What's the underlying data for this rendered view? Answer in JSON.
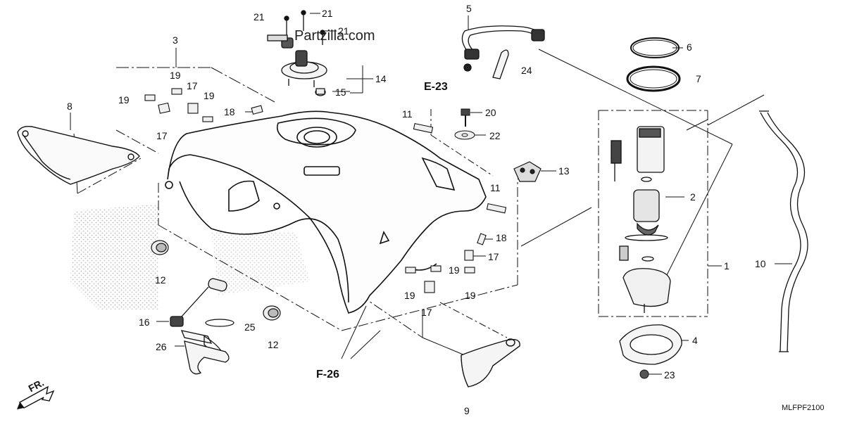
{
  "watermark": "Partzilla.com",
  "diagram_code": "MLFPF2100",
  "page_number": "9",
  "direction_label": "FR.",
  "references": {
    "e23": "E-23",
    "f26": "F-26"
  },
  "callouts": {
    "c1": "1",
    "c2": "2",
    "c3": "3",
    "c4": "4",
    "c5": "5",
    "c6": "6",
    "c7": "7",
    "c8": "8",
    "c10": "10",
    "c11a": "11",
    "c11b": "11",
    "c12a": "12",
    "c12b": "12",
    "c13": "13",
    "c14": "14",
    "c15": "15",
    "c16": "16",
    "c17a": "17",
    "c17b": "17",
    "c17c": "17",
    "c17d": "17",
    "c18a": "18",
    "c18b": "18",
    "c19a": "19",
    "c19b": "19",
    "c19c": "19",
    "c19d": "19",
    "c19e": "19",
    "c19f": "19",
    "c20": "20",
    "c21a": "21",
    "c21b": "21",
    "c21c": "21",
    "c22": "22",
    "c23": "23",
    "c24": "24",
    "c25": "25",
    "c26": "26"
  },
  "colors": {
    "ink": "#111111",
    "paper": "#ffffff",
    "stipple": "#c8c8c8"
  }
}
